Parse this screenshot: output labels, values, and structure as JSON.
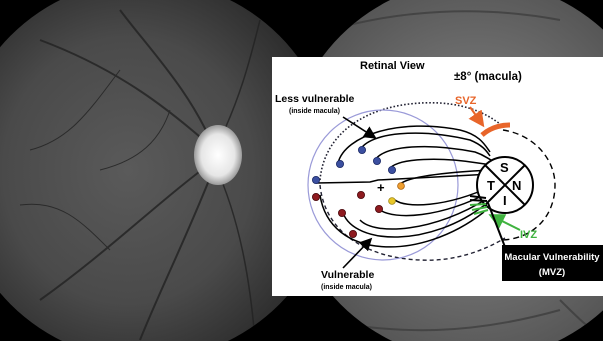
{
  "diagram": {
    "title": "Retinal View",
    "macula_label": "±8° (macula)",
    "less_vulnerable": "Less vulnerable",
    "less_vulnerable_sub": "(inside macula)",
    "vulnerable": "Vulnerable",
    "vulnerable_sub": "(inside macula)",
    "svz": "SVZ",
    "ivz": "IVZ",
    "mvz_line1": "Macular Vulnerability",
    "mvz_line2": "(MVZ)",
    "disc_sectors": {
      "superior": "S",
      "nasal": "N",
      "inferior": "I",
      "temporal": "T"
    },
    "colors": {
      "svz": "#e8652a",
      "ivz": "#3fb33f",
      "blue_dot": "#3b4fa0",
      "red_dot": "#8e1a1f",
      "orange_dot": "#f0a030",
      "yellow_dot": "#e8c72a",
      "macula_circle": "#9a9ad8",
      "mvz_box": "#000000"
    }
  }
}
